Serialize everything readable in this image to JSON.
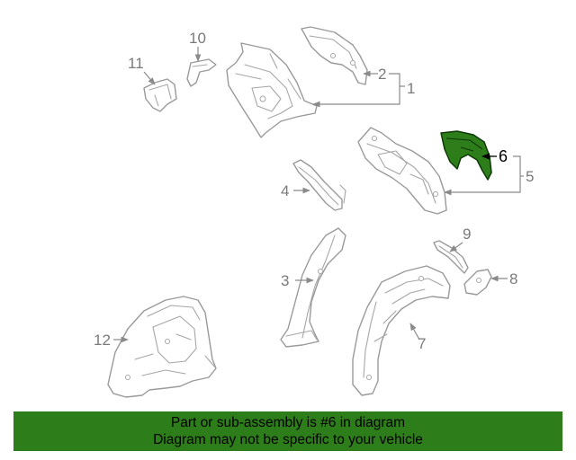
{
  "diagram": {
    "highlight_color": "#2d7d1a",
    "highlighted_part": "6",
    "callouts": [
      "1",
      "2",
      "3",
      "4",
      "5",
      "6",
      "7",
      "8",
      "9",
      "10",
      "11",
      "12"
    ]
  },
  "banner": {
    "line1": "Part or sub-assembly is #6 in diagram",
    "line2": "Diagram may not be specific to your vehicle"
  }
}
